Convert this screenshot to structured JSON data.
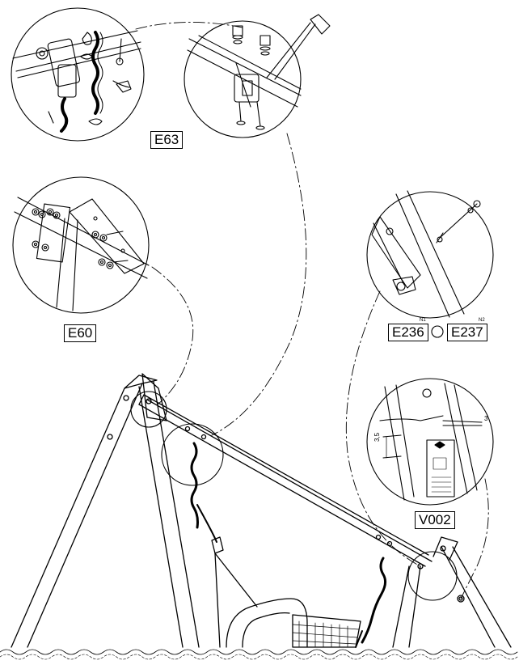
{
  "labels": {
    "e63": "E63",
    "e60": "E60",
    "e236": "E236",
    "e237": "E237",
    "v002": "V002"
  },
  "superscripts": {
    "n1": "N1",
    "n2": "N2"
  },
  "dimensions": {
    "gap": "3",
    "height": "3,5"
  },
  "colors": {
    "line": "#000000",
    "background": "#ffffff"
  }
}
